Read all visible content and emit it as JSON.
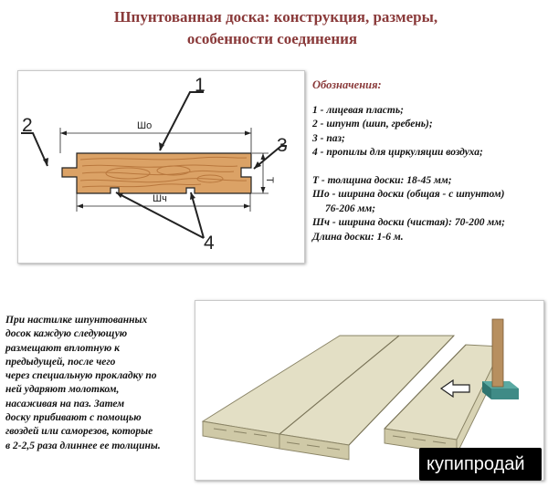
{
  "title": {
    "line1": "Шпунтованная доска: конструкция, размеры,",
    "line2": "особенности соединения"
  },
  "diagram": {
    "callouts": [
      "1",
      "2",
      "3",
      "4"
    ],
    "dim_width_full": "Шо",
    "dim_width_clean": "Шч",
    "dim_thickness": "Т"
  },
  "legend": {
    "heading": "Обозначения",
    "items": [
      "1 - лицевая пласть;",
      "2 - шпунт (шип, гребень);",
      "3 - паз;",
      "4 - пропилы для циркуляции воздуха;"
    ],
    "dims": [
      "Т - толщина доски: 18-45 мм;",
      "Шо - ширина доски (общая - с шпунтом)",
      "76-206 мм;",
      "Шч - ширина доски (чистая): 70-200 мм;",
      "Длина доски: 1-6 м."
    ]
  },
  "paragraph": [
    "При настилке шпунтованных",
    "досок каждую следующую",
    "размещают вплотную к",
    "предыдущей, после чего",
    "через специальную прокладку по",
    "ней ударяют молотком,",
    "насаживая на паз. Затем",
    "доску прибивают с помощью",
    "гвоздей или саморезов, которые",
    "в 2-2,5 раза длиннее ее толщины."
  ],
  "watermark": "купипродай",
  "colors": {
    "title": "#8a3a3a",
    "wood": "#dba266",
    "grain": "#b9783e",
    "board": "#e3dfc5",
    "board_side": "#cfc9a7",
    "spacer": "#3f8b86"
  }
}
